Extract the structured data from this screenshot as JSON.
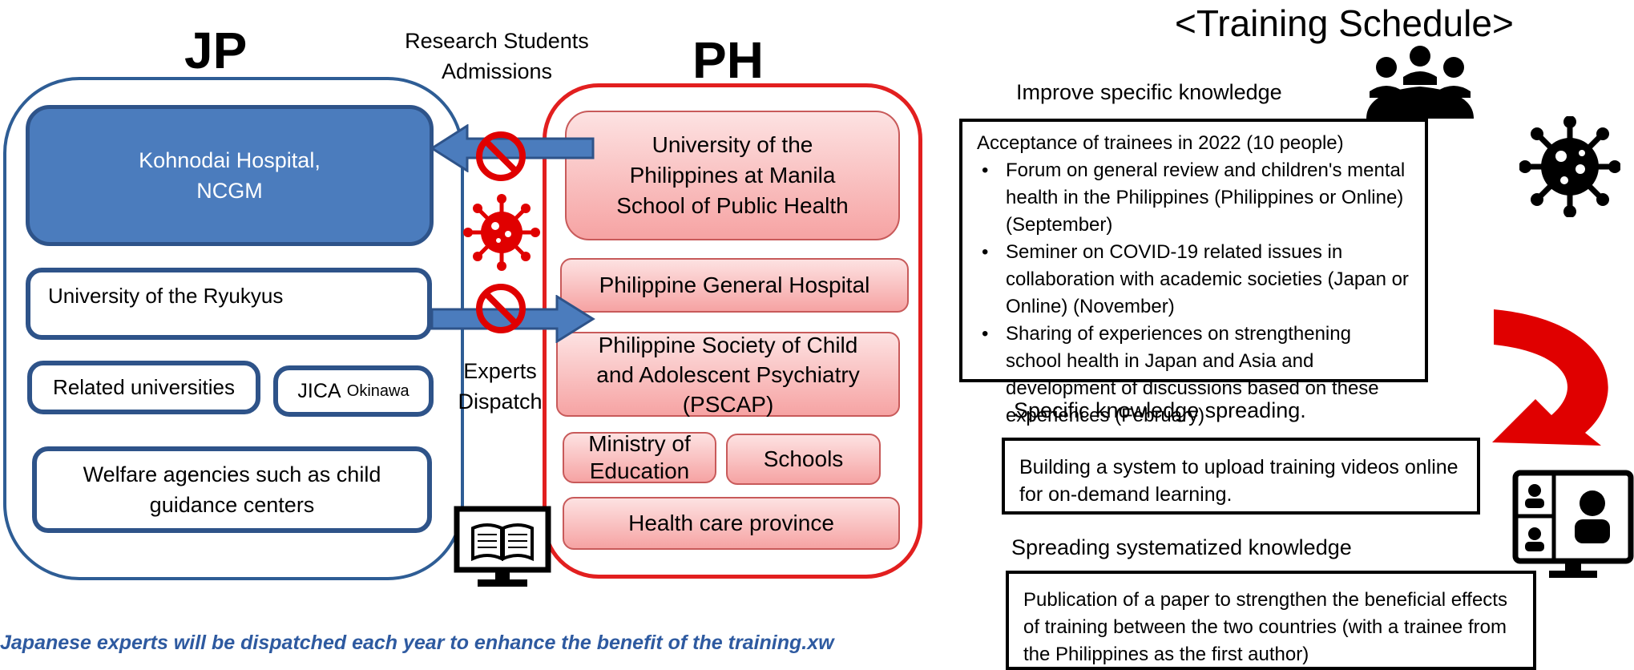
{
  "left": {
    "jp_heading": "JP",
    "ph_heading": "PH",
    "research_label": "Research Students\nAdmissions",
    "experts_label": "Experts\nDispatch",
    "jp_boxes": {
      "kohnodai": "Kohnodai Hospital,\nNCGM",
      "ryukyus": "University of the Ryukyus",
      "related": "Related universities",
      "jica": "JICA",
      "jica_small": "Okinawa",
      "welfare": "Welfare agencies such as child\nguidance centers"
    },
    "ph_boxes": {
      "up_manila": "University of the\nPhilippines at Manila\nSchool of Public Health",
      "pgh": "Philippine General Hospital",
      "pscap": "Philippine Society of Child\nand Adolescent Psychiatry\n(PSCAP)",
      "education": "Ministry of\nEducation",
      "schools": "Schools",
      "health": "Health care province"
    },
    "footnote": "Japanese experts will be dispatched each year to enhance the benefit of the training.xw"
  },
  "right": {
    "title": "<Training Schedule>",
    "section1": "Improve specific knowledge",
    "box1_intro": "Acceptance of trainees in 2022 (10 people)",
    "box1_items": [
      "Forum on general review and children's mental health in the Philippines (Philippines or Online) (September)",
      "Seminer on COVID-19 related issues in collaboration with academic societies (Japan or Online) (November)",
      "Sharing of experiences on strengthening school health in Japan and Asia and development of discussions based on these experiences (February)"
    ],
    "section2": "Specific knowledge spreading.",
    "box2": "Building a system to upload training videos online for on-demand learning.",
    "section3": "Spreading systematized knowledge",
    "box3": "Publication of a paper to strengthen the beneficial effects of training between the two countries (with a trainee from the Philippines as the first author)"
  },
  "colors": {
    "jp_blue": "#2e5389",
    "ph_red": "#e21f1f",
    "accent_red": "#e00000"
  },
  "icons": [
    "no-entry-icon",
    "virus-icon",
    "computer-book-icon",
    "people-group-icon",
    "video-conference-icon",
    "curved-arrow-icon"
  ]
}
